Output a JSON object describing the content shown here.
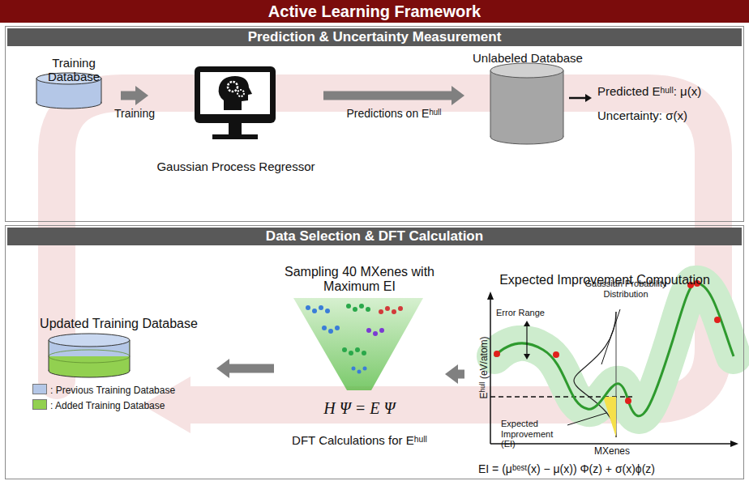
{
  "diagram": {
    "title": "Active Learning Framework",
    "nodes": [
      {
        "text": [
          "Prediction & Uncertainty Measurement"
        ]
      },
      {
        "text": [
          "Training Database"
        ],
        "in": 0
      },
      {
        "text": [
          "Gaussian Process Regressor"
        ],
        "in": 0
      },
      {
        "text": [
          "Unlabeled Database"
        ],
        "in": 0
      },
      {
        "text": [
          "Data Selection & DFT Calculation"
        ]
      },
      {
        "text": [
          "Expected Improvement Computation"
        ],
        "in": 4
      },
      {
        "text": [
          "Sampling 40 MXenes with Maximum EI",
          "H Ψ = E Ψ",
          "DFT Calculations for Eʰᵘˡˡ"
        ],
        "in": 4
      },
      {
        "text": [
          "Updated Training Database"
        ],
        "in": 4
      }
    ],
    "edges": [
      {
        "from": 1,
        "to": 2,
        "arrow": "to",
        "label": "Training"
      },
      {
        "from": 2,
        "to": 3,
        "arrow": "to",
        "label": "Predictions on Eʰᵘˡˡ"
      },
      {
        "from": 5,
        "to": 6,
        "arrow": "to"
      },
      {
        "from": 6,
        "to": 7,
        "arrow": "to"
      }
    ],
    "labels": [
      "Predicted Eʰᵘˡˡ: μ(x)",
      "Uncertainty: σ(x)",
      "Error Range",
      "Gaussian Probability Distribution",
      "Expected Improvement (EI)",
      "Eʰᵘˡˡ (eV/atom)",
      "MXenes",
      "EI = (μᵇᵉˢᵗ(x) − μ(x)) Φ(z) + σ(x)ϕ(z)"
    ],
    "legend": [
      {
        "text": ": Previous Training Database",
        "color": "#b4c7e7"
      },
      {
        "text": ": Added Training Database",
        "color": "#92d050"
      }
    ]
  }
}
